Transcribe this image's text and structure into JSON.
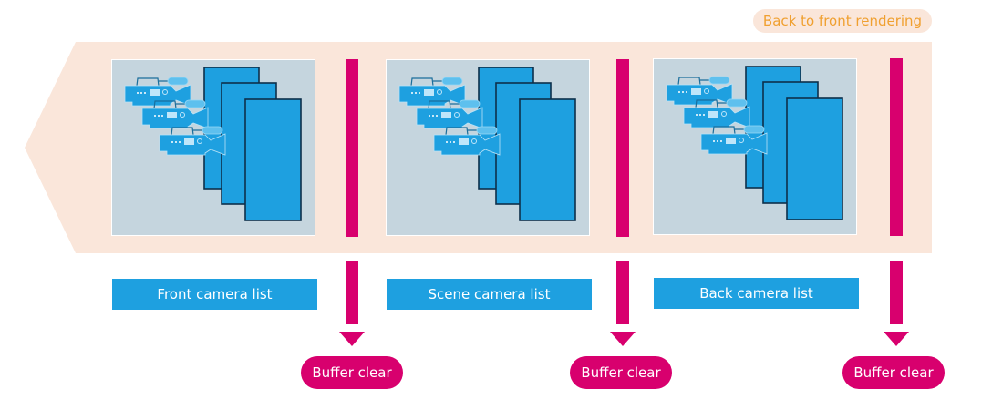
{
  "diagram": {
    "title": "Back to front rendering",
    "direction": "right-to-left",
    "colors": {
      "banner": "#fae6da",
      "title_text": "#f0a030",
      "panel_bg": "#c5d5de",
      "camera_blue": "#1ea0e0",
      "layer_blue": "#1ea0e0",
      "layer_outline": "#0d2f4a",
      "buffer_clear": "#d8006e",
      "label_bg": "#1ea0e0"
    },
    "stages": [
      {
        "label": "Front camera list",
        "buffer_label": "Buffer clear",
        "cameras": 3,
        "layers": 3
      },
      {
        "label": "Scene camera list",
        "buffer_label": "Buffer clear",
        "cameras": 3,
        "layers": 3
      },
      {
        "label": "Back camera list",
        "buffer_label": "Buffer clear",
        "cameras": 3,
        "layers": 3
      }
    ]
  }
}
